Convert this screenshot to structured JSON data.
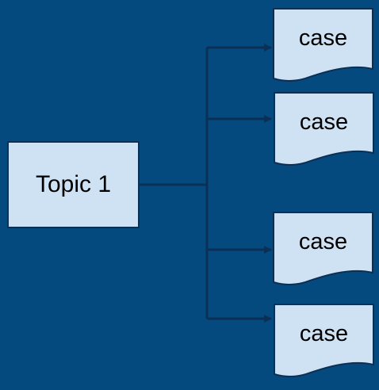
{
  "diagram": {
    "topic": {
      "label": "Topic 1"
    },
    "cases": [
      {
        "label": "case"
      },
      {
        "label": "case"
      },
      {
        "label": "case"
      },
      {
        "label": "case"
      }
    ]
  },
  "colors": {
    "background": "#054a7f",
    "shape_fill": "#cfe2f3",
    "connector": "#0b2f55"
  }
}
